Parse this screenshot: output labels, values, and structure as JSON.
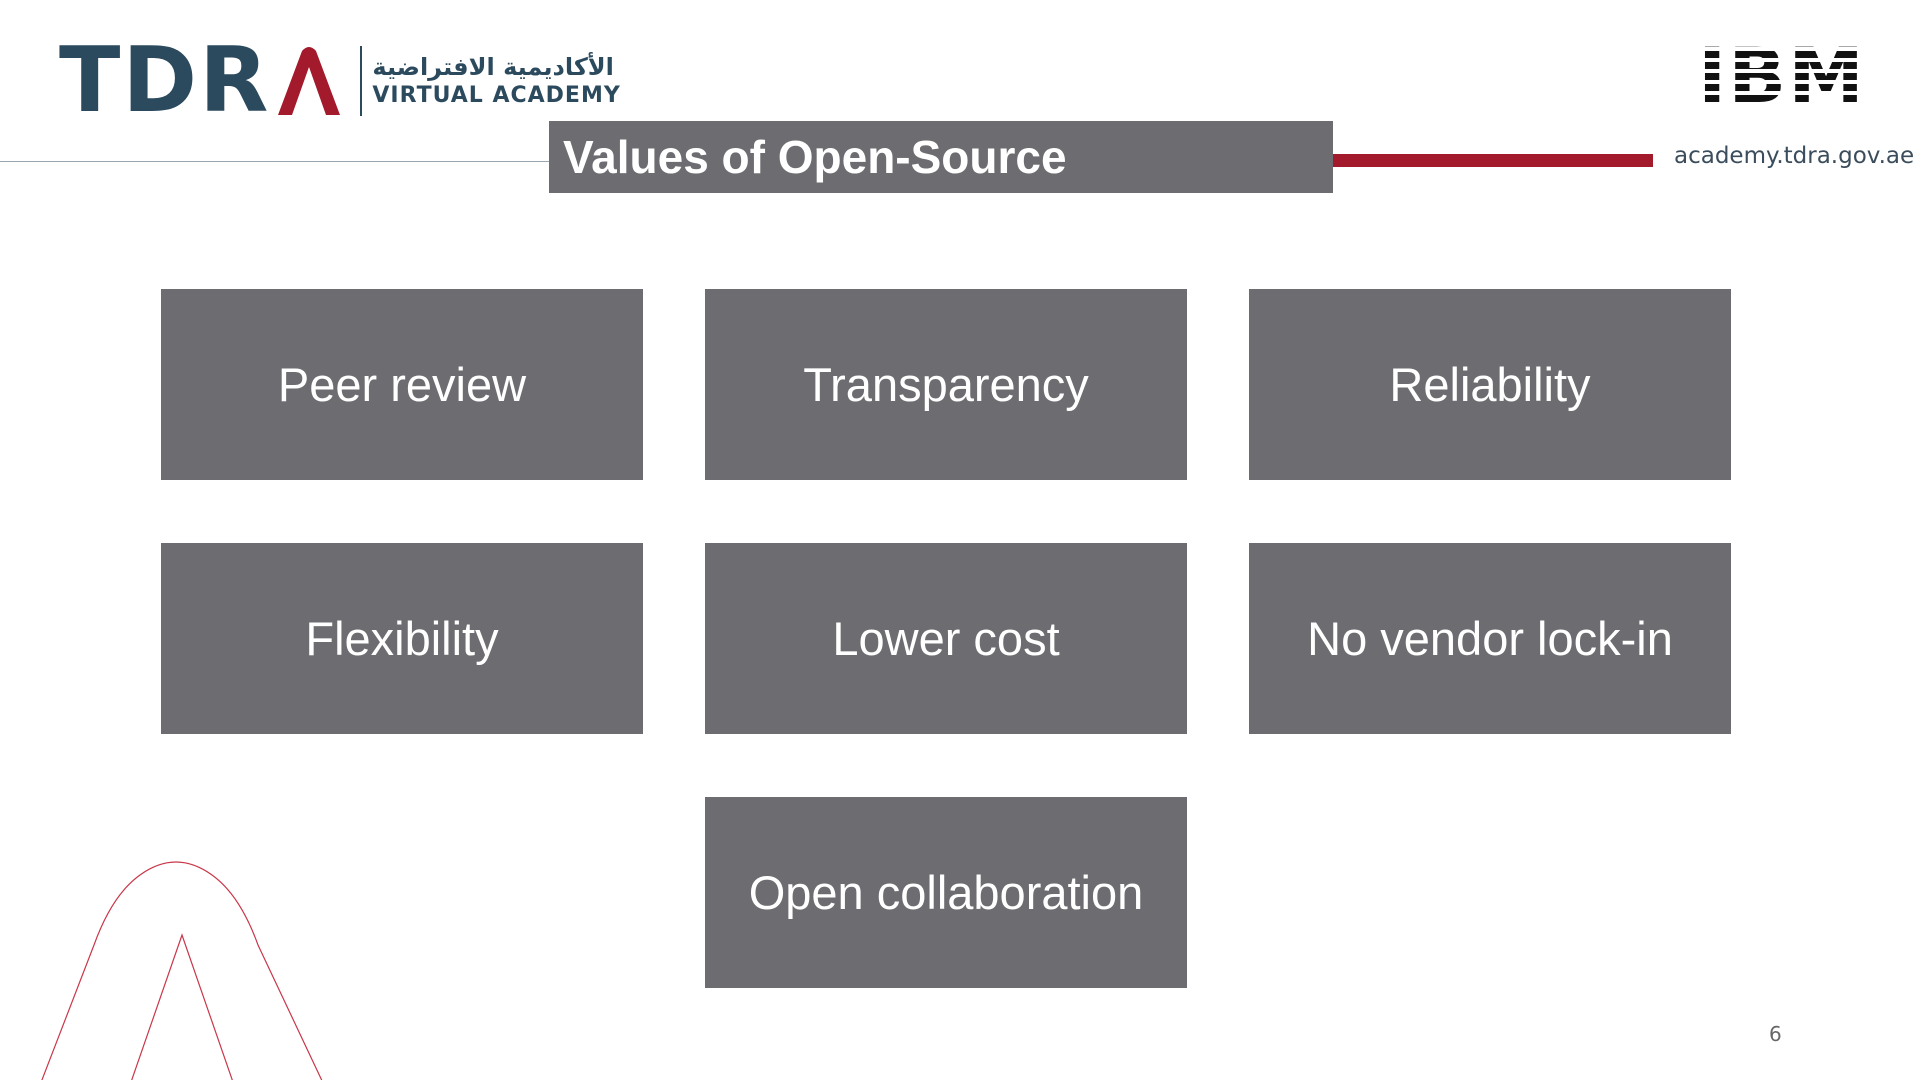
{
  "header": {
    "logo_wordmark": "TDRA",
    "logo_arabic": "الأكاديمية الافتراضية",
    "logo_english": "VIRTUAL ACADEMY",
    "partner_logo": "IBM",
    "site_url": "academy.tdra.gov.ae"
  },
  "title": "Values of Open-Source",
  "values": [
    "Peer review",
    "Transparency",
    "Reliability",
    "Flexibility",
    "Lower cost",
    "No vendor lock-in",
    "Open collaboration"
  ],
  "page_number": "6",
  "colors": {
    "box_gray": "#6d6d71",
    "brand_navy": "#2c4a5e",
    "brand_red": "#a31a2c"
  }
}
